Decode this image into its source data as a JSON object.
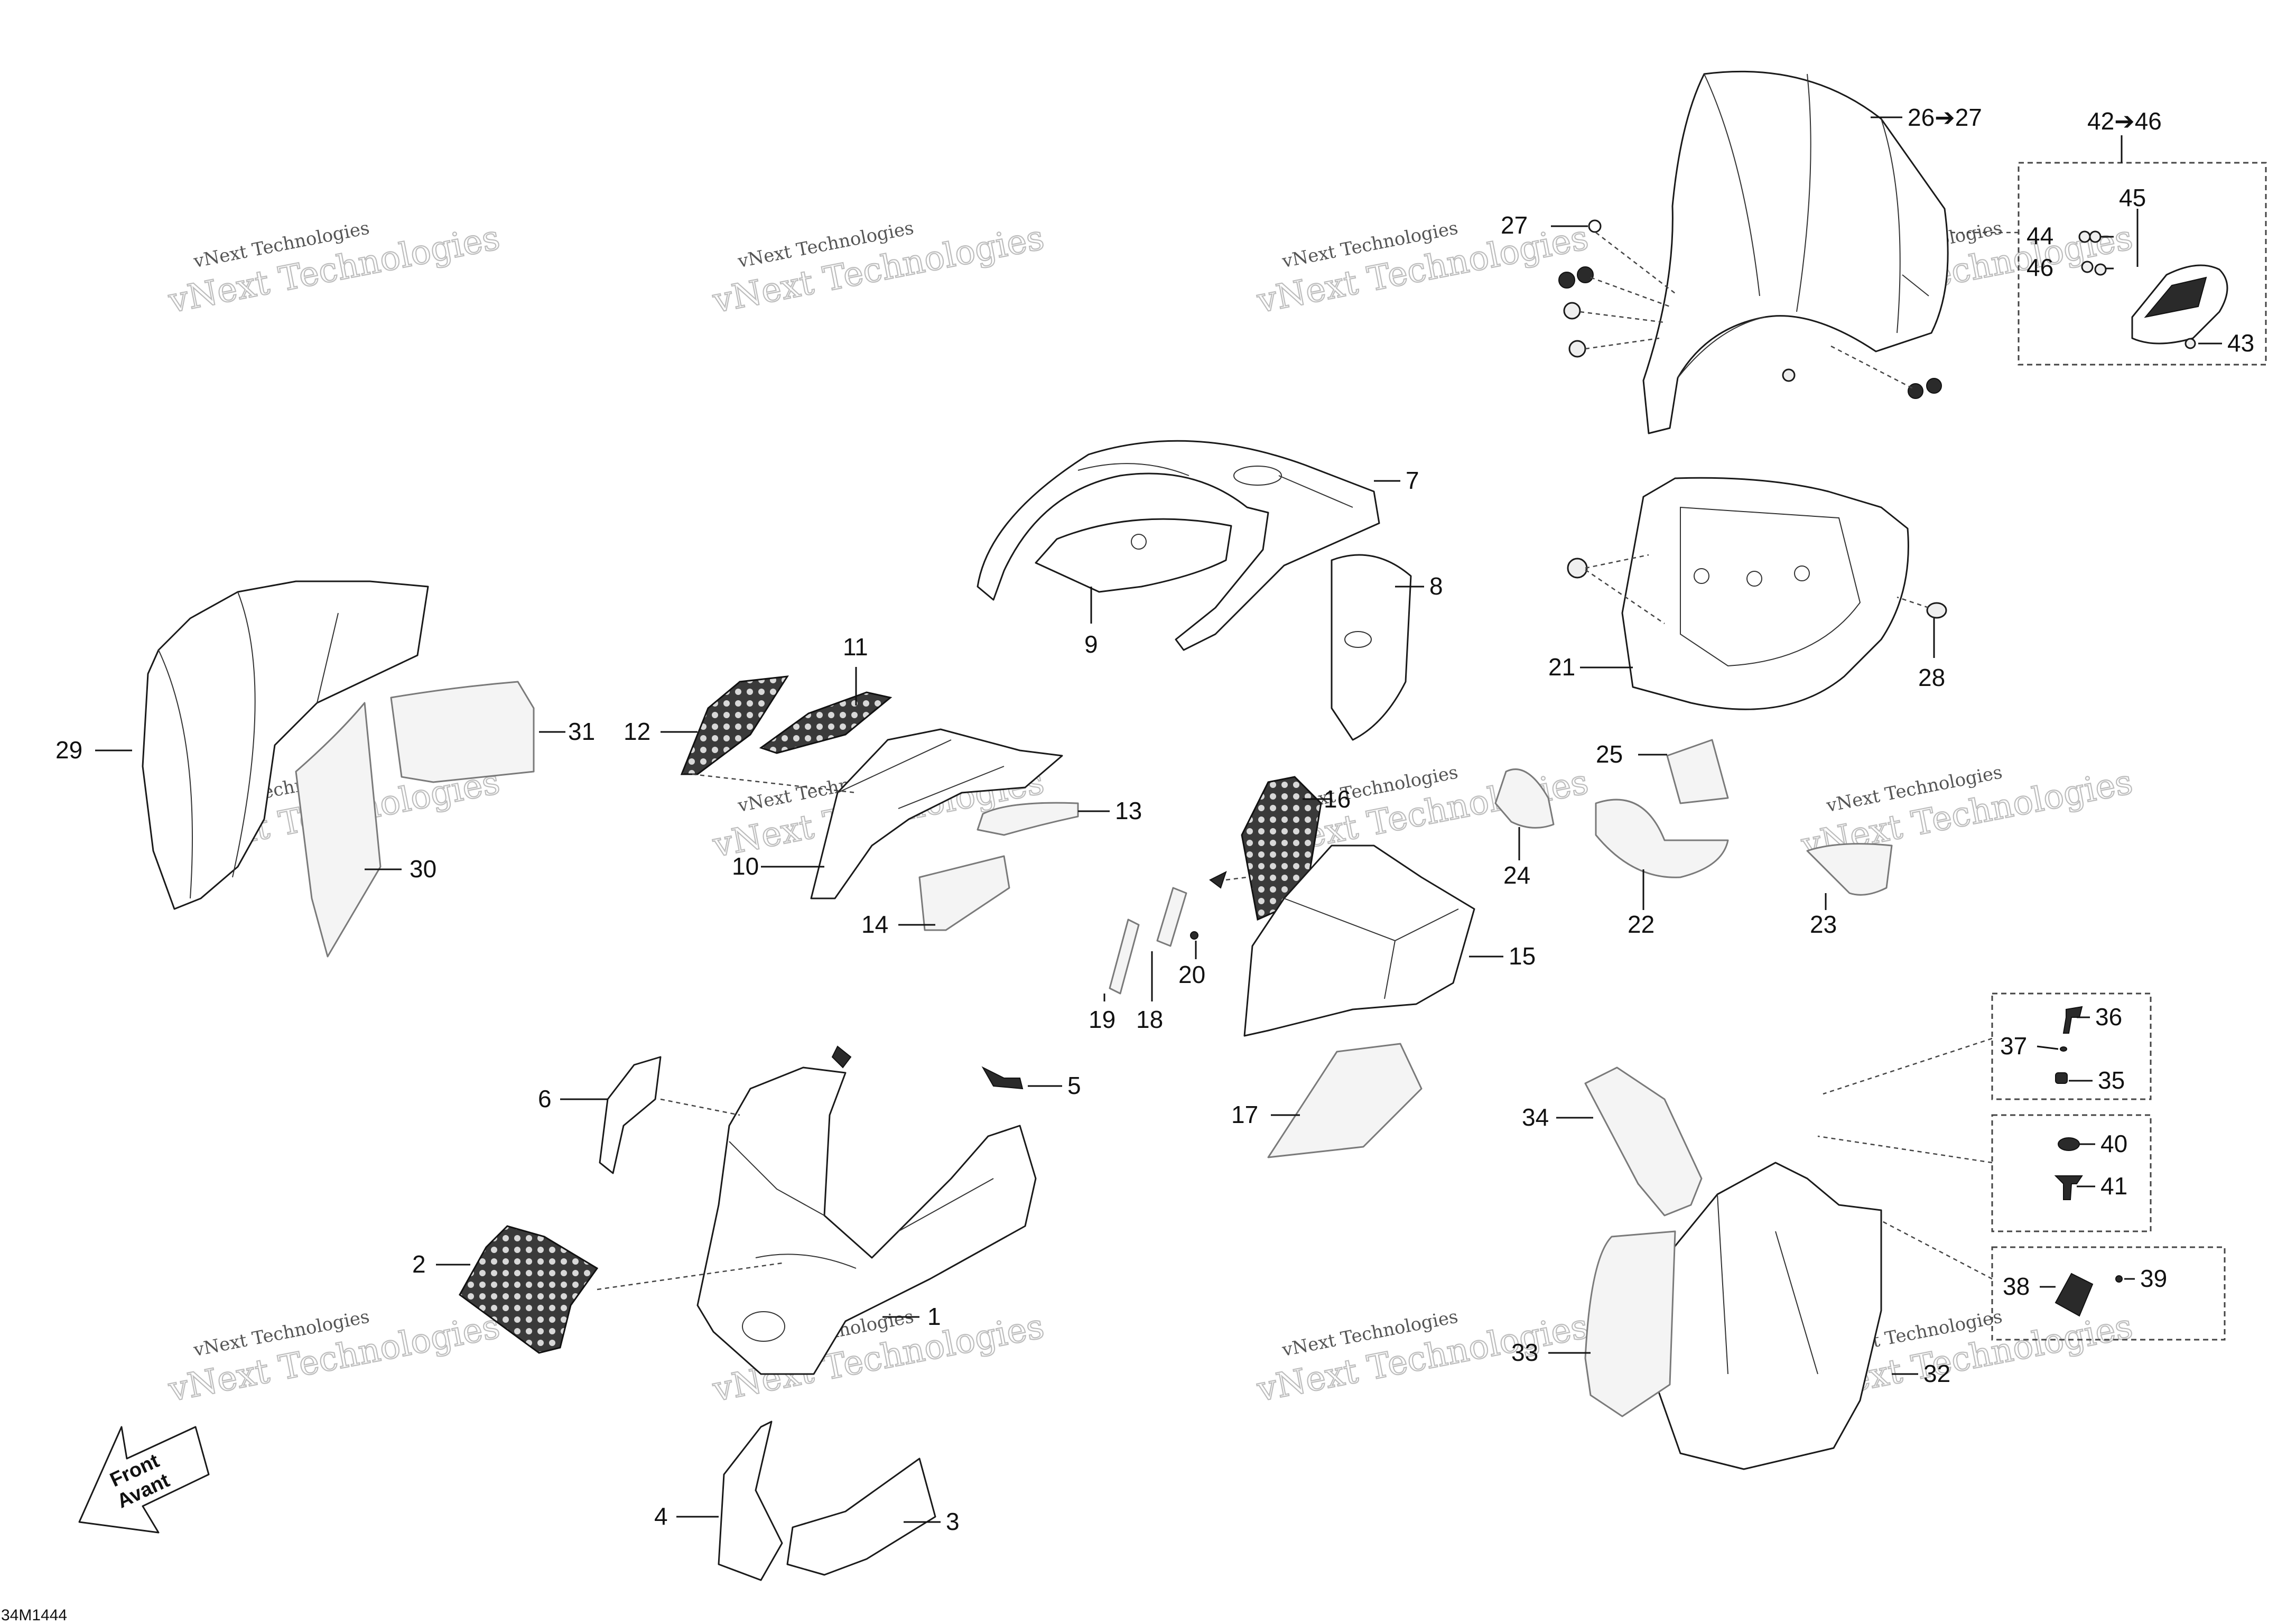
{
  "diagram": {
    "reference_code": "34M1444",
    "watermark": {
      "line1": "vNext Technologies",
      "line2": "vNext Technologies"
    },
    "direction_arrow": {
      "line1": "Front",
      "line2": "Avant"
    },
    "callouts": {
      "c1": "1",
      "c2": "2",
      "c3": "3",
      "c4": "4",
      "c5": "5",
      "c6": "6",
      "c7": "7",
      "c8": "8",
      "c9": "9",
      "c10": "10",
      "c11": "11",
      "c12": "12",
      "c13": "13",
      "c14": "14",
      "c15": "15",
      "c16": "16",
      "c17": "17",
      "c18": "18",
      "c19": "19",
      "c20": "20",
      "c21": "21",
      "c22": "22",
      "c23": "23",
      "c24": "24",
      "c25": "25",
      "c26_27": "26➔27",
      "c27": "27",
      "c28": "28",
      "c29": "29",
      "c30": "30",
      "c31": "31",
      "c32": "32",
      "c33": "33",
      "c34": "34",
      "c35": "35",
      "c36": "36",
      "c37": "37",
      "c38": "38",
      "c39": "39",
      "c40": "40",
      "c41": "41",
      "c42_46": "42➔46",
      "c43": "43",
      "c44": "44",
      "c45": "45",
      "c46": "46"
    }
  }
}
